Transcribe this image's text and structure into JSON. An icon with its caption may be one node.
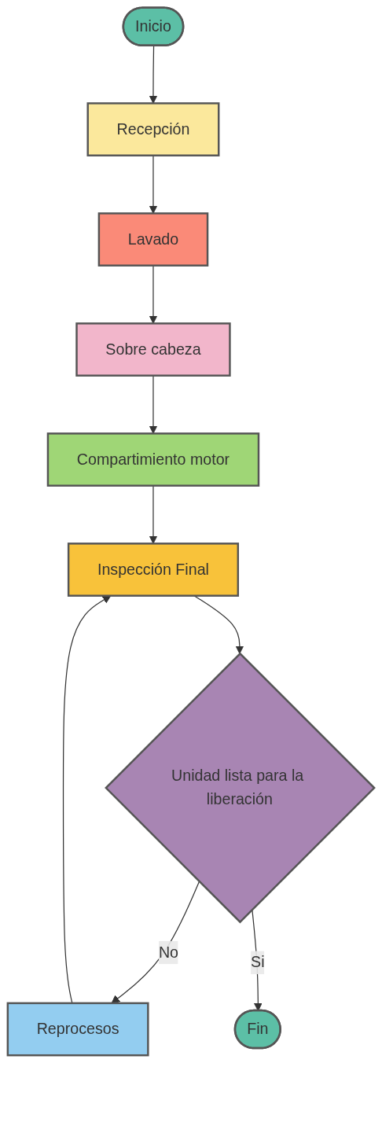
{
  "diagram": {
    "nodes": [
      {
        "text": [
          "Inicio"
        ]
      },
      {
        "text": [
          "Recepción"
        ]
      },
      {
        "text": [
          "Lavado"
        ]
      },
      {
        "text": [
          "Sobre cabeza"
        ]
      },
      {
        "text": [
          "Compartimiento motor"
        ]
      },
      {
        "text": [
          "Inspección Final"
        ]
      },
      {
        "text": [
          "Unidad lista para la liberación"
        ]
      },
      {
        "text": [
          "Reprocesos"
        ]
      },
      {
        "text": [
          "Fin"
        ]
      }
    ],
    "edges": [
      {
        "from": 0,
        "to": 1,
        "arrow": "to"
      },
      {
        "from": 1,
        "to": 2,
        "arrow": "to"
      },
      {
        "from": 2,
        "to": 3,
        "arrow": "to"
      },
      {
        "from": 3,
        "to": 4,
        "arrow": "to"
      },
      {
        "from": 4,
        "to": 5,
        "arrow": "to"
      },
      {
        "from": 5,
        "to": 6,
        "arrow": "to"
      },
      {
        "from": 6,
        "to": 7,
        "label": "No",
        "arrow": "to"
      },
      {
        "from": 7,
        "to": 5,
        "arrow": "to"
      },
      {
        "from": 6,
        "to": 8,
        "label": "Si",
        "arrow": "to"
      }
    ]
  }
}
